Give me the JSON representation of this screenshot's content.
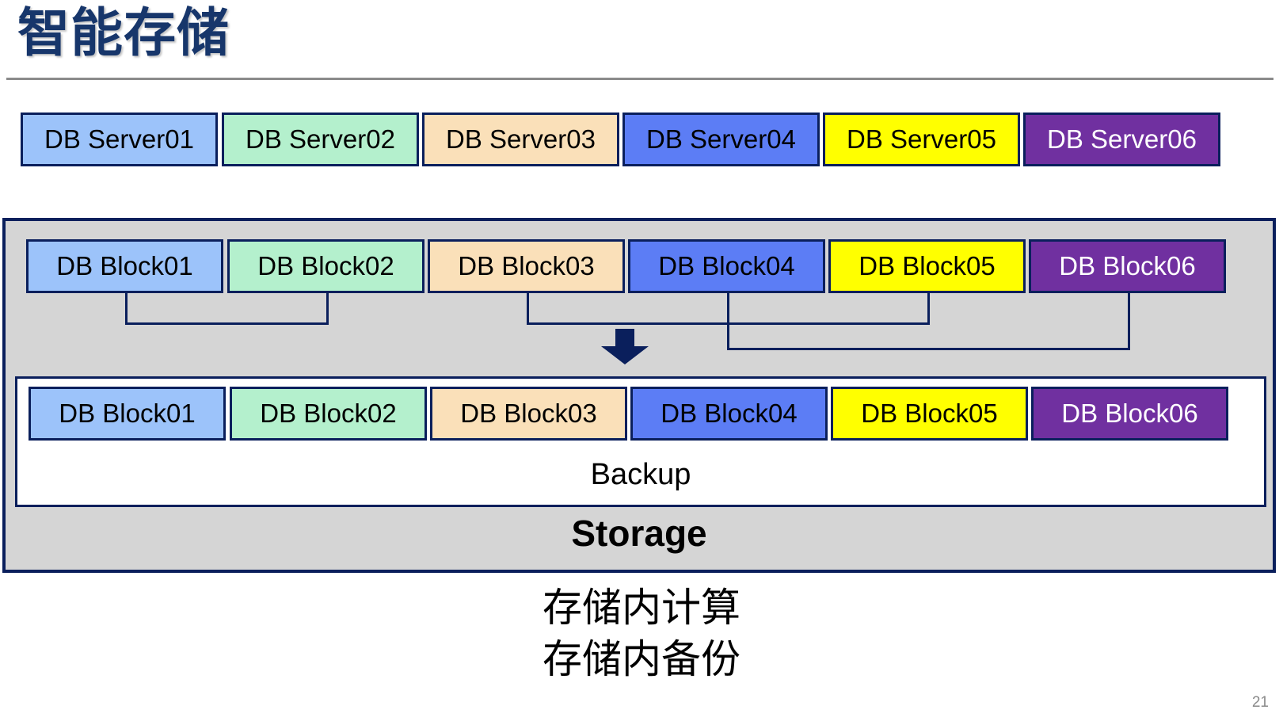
{
  "slide": {
    "title": "智能存储",
    "page_number": "21",
    "caption_lines": [
      "存储内计算",
      "存储内备份"
    ]
  },
  "palette": {
    "border": "#0A1F5C",
    "container_fill": "#D5D5D5",
    "backup_fill": "#FFFFFF",
    "title_color": "#17366B",
    "rule_color": "#8B8B8B",
    "page_number_color": "#8A8A8A",
    "swatches": {
      "light_blue": "#9CC3FA",
      "mint_green": "#B4F0CD",
      "peach": "#FAE0B9",
      "royal_blue": "#5C7DF5",
      "yellow": "#FFFF00",
      "purple": "#7030A0"
    }
  },
  "server_row": {
    "items": [
      {
        "label": "DB Server01",
        "fill": "#9CC3FA",
        "text": "#000000"
      },
      {
        "label": "DB Server02",
        "fill": "#B4F0CD",
        "text": "#000000"
      },
      {
        "label": "DB Server03",
        "fill": "#FAE0B9",
        "text": "#000000"
      },
      {
        "label": "DB Server04",
        "fill": "#5C7DF5",
        "text": "#000000"
      },
      {
        "label": "DB Server05",
        "fill": "#FFFF00",
        "text": "#000000"
      },
      {
        "label": "DB Server06",
        "fill": "#7030A0",
        "text": "#FFFFFF"
      }
    ]
  },
  "block_row_primary": {
    "items": [
      {
        "label": "DB Block01",
        "fill": "#9CC3FA",
        "text": "#000000"
      },
      {
        "label": "DB Block02",
        "fill": "#B4F0CD",
        "text": "#000000"
      },
      {
        "label": "DB Block03",
        "fill": "#FAE0B9",
        "text": "#000000"
      },
      {
        "label": "DB Block04",
        "fill": "#5C7DF5",
        "text": "#000000"
      },
      {
        "label": "DB Block05",
        "fill": "#FFFF00",
        "text": "#000000"
      },
      {
        "label": "DB Block06",
        "fill": "#7030A0",
        "text": "#FFFFFF"
      }
    ]
  },
  "block_row_backup": {
    "items": [
      {
        "label": "DB Block01",
        "fill": "#9CC3FA",
        "text": "#000000"
      },
      {
        "label": "DB Block02",
        "fill": "#B4F0CD",
        "text": "#000000"
      },
      {
        "label": "DB Block03",
        "fill": "#FAE0B9",
        "text": "#000000"
      },
      {
        "label": "DB Block04",
        "fill": "#5C7DF5",
        "text": "#000000"
      },
      {
        "label": "DB Block05",
        "fill": "#FFFF00",
        "text": "#000000"
      },
      {
        "label": "DB Block06",
        "fill": "#7030A0",
        "text": "#FFFFFF"
      }
    ]
  },
  "storage": {
    "backup_label": "Backup",
    "storage_label": "Storage"
  },
  "connectors": [
    {
      "from": "DB Block01",
      "to": "DB Block02"
    },
    {
      "from": "DB Block03",
      "to": "DB Block05"
    },
    {
      "from": "DB Block04",
      "to": "DB Block06"
    }
  ]
}
